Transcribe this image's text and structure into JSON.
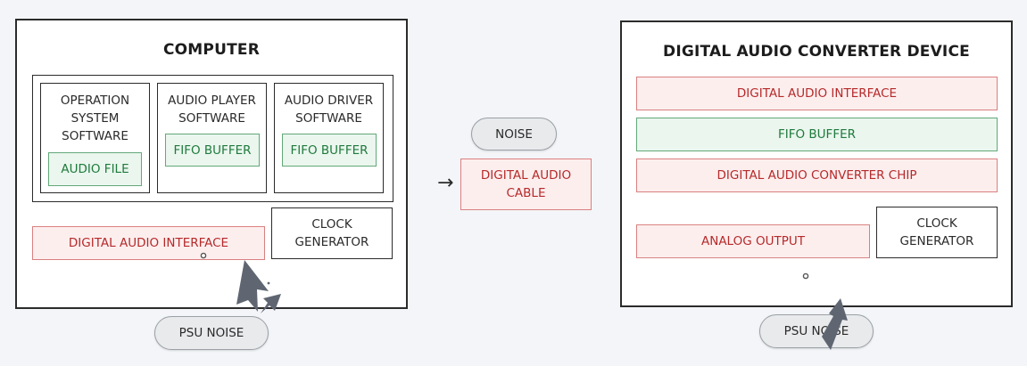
{
  "computer": {
    "title": "COMPUTER",
    "os_software": "OPERATION\nSYSTEM\nSOFTWARE",
    "audio_file": "AUDIO FILE",
    "audio_player": "AUDIO PLAYER\nSOFTWARE",
    "audio_player_fifo": "FIFO BUFFER",
    "audio_driver": "AUDIO DRIVER\nSOFTWARE",
    "audio_driver_fifo": "FIFO BUFFER",
    "digital_audio_interface": "DIGITAL AUDIO INTERFACE",
    "clock_generator": "CLOCK\nGENERATOR"
  },
  "middle": {
    "noise": "NOISE",
    "arrow": "→",
    "cable": "DIGITAL AUDIO\nCABLE"
  },
  "converter": {
    "title": "DIGITAL AUDIO CONVERTER DEVICE",
    "digital_audio_interface": "DIGITAL AUDIO INTERFACE",
    "fifo_buffer": "FIFO BUFFER",
    "converter_chip": "DIGITAL AUDIO CONVERTER CHIP",
    "analog_output": "ANALOG OUTPUT",
    "clock_generator": "CLOCK\nGENERATOR"
  },
  "psu_noise_left": "PSU NOISE",
  "psu_noise_right": "PSU NOISE",
  "colors": {
    "red_text": "#b52a2a",
    "red_fill": "#fdeeee",
    "green_text": "#1f7a3c",
    "green_fill": "#eaf6ee",
    "arrow_gray": "#5f6672"
  }
}
